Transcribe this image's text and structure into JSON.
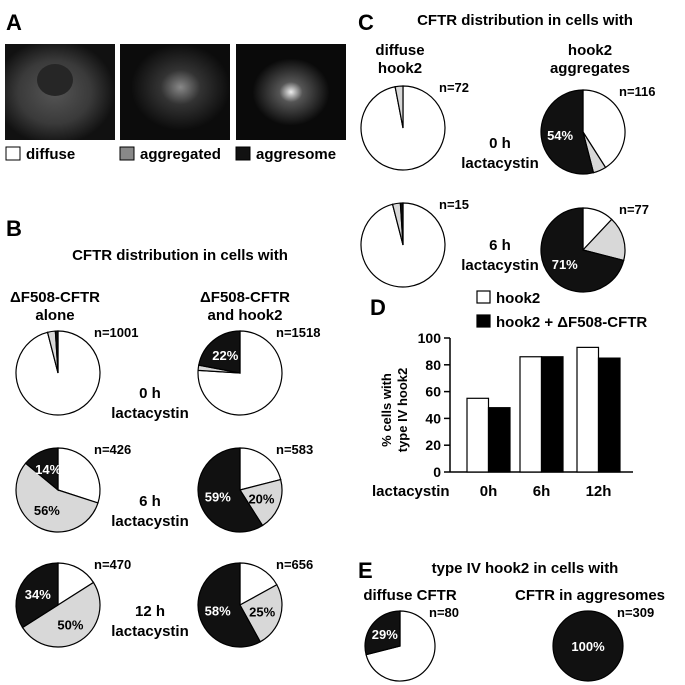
{
  "colors": {
    "diffuse": "#ffffff",
    "aggregated": "#d8d8d8",
    "aggresome": "#111111"
  },
  "panelA": {
    "label": "A",
    "legend": [
      "diffuse",
      "aggregated",
      "aggresome"
    ]
  },
  "panelB": {
    "label": "B",
    "title": "CFTR distribution in cells with",
    "col1": [
      "ΔF508-CFTR",
      "alone"
    ],
    "col2": [
      "ΔF508-CFTR",
      "and hook2"
    ],
    "rows": [
      [
        "0 h",
        "lactacystin"
      ],
      [
        "6 h",
        "lactacystin"
      ],
      [
        "12 h",
        "lactacystin"
      ]
    ]
  },
  "panelC": {
    "label": "C",
    "title": "CFTR distribution in cells with",
    "col1": [
      "diffuse",
      "hook2"
    ],
    "col2": [
      "hook2",
      "aggregates"
    ],
    "rows": [
      [
        "0 h",
        "lactacystin"
      ],
      [
        "6 h",
        "lactacystin"
      ]
    ]
  },
  "panelD": {
    "label": "D"
  },
  "panelE": {
    "label": "E",
    "title": "type IV hook2 in cells with",
    "col1": "diffuse CFTR",
    "col2": "CFTR in aggresomes"
  },
  "chart_data": [
    {
      "type": "pie",
      "panel": "B",
      "group": "ΔF508-CFTR alone",
      "time": "0 h",
      "n": "n=1001",
      "slices": [
        {
          "name": "diffuse",
          "value": 96
        },
        {
          "name": "aggregated",
          "value": 3
        },
        {
          "name": "aggresome",
          "value": 1
        }
      ],
      "label": ""
    },
    {
      "type": "pie",
      "panel": "B",
      "group": "ΔF508-CFTR and hook2",
      "time": "0 h",
      "n": "n=1518",
      "slices": [
        {
          "name": "diffuse",
          "value": 76
        },
        {
          "name": "aggregated",
          "value": 2
        },
        {
          "name": "aggresome",
          "value": 22
        }
      ],
      "label": "22%"
    },
    {
      "type": "pie",
      "panel": "B",
      "group": "ΔF508-CFTR alone",
      "time": "6 h",
      "n": "n=426",
      "slices": [
        {
          "name": "diffuse",
          "value": 30
        },
        {
          "name": "aggregated",
          "value": 56
        },
        {
          "name": "aggresome",
          "value": 14
        }
      ],
      "label": "14%",
      "label2": "56%"
    },
    {
      "type": "pie",
      "panel": "B",
      "group": "ΔF508-CFTR and hook2",
      "time": "6 h",
      "n": "n=583",
      "slices": [
        {
          "name": "diffuse",
          "value": 21
        },
        {
          "name": "aggregated",
          "value": 20
        },
        {
          "name": "aggresome",
          "value": 59
        }
      ],
      "label": "59%",
      "label2": "20%"
    },
    {
      "type": "pie",
      "panel": "B",
      "group": "ΔF508-CFTR alone",
      "time": "12 h",
      "n": "n=470",
      "slices": [
        {
          "name": "diffuse",
          "value": 16
        },
        {
          "name": "aggregated",
          "value": 50
        },
        {
          "name": "aggresome",
          "value": 34
        }
      ],
      "label": "34%",
      "label2": "50%"
    },
    {
      "type": "pie",
      "panel": "B",
      "group": "ΔF508-CFTR and hook2",
      "time": "12 h",
      "n": "n=656",
      "slices": [
        {
          "name": "diffuse",
          "value": 17
        },
        {
          "name": "aggregated",
          "value": 25
        },
        {
          "name": "aggresome",
          "value": 58
        }
      ],
      "label": "58%",
      "label2": "25%"
    },
    {
      "type": "pie",
      "panel": "C",
      "group": "diffuse hook2",
      "time": "0 h",
      "n": "n=72",
      "slices": [
        {
          "name": "diffuse",
          "value": 97
        },
        {
          "name": "aggregated",
          "value": 3
        },
        {
          "name": "aggresome",
          "value": 0
        }
      ],
      "label": ""
    },
    {
      "type": "pie",
      "panel": "C",
      "group": "hook2 aggregates",
      "time": "0 h",
      "n": "n=116",
      "slices": [
        {
          "name": "diffuse",
          "value": 41
        },
        {
          "name": "aggregated",
          "value": 5
        },
        {
          "name": "aggresome",
          "value": 54
        }
      ],
      "label": "54%"
    },
    {
      "type": "pie",
      "panel": "C",
      "group": "diffuse hook2",
      "time": "6 h",
      "n": "n=15",
      "slices": [
        {
          "name": "diffuse",
          "value": 96
        },
        {
          "name": "aggregated",
          "value": 3
        },
        {
          "name": "aggresome",
          "value": 1
        }
      ],
      "label": ""
    },
    {
      "type": "pie",
      "panel": "C",
      "group": "hook2 aggregates",
      "time": "6 h",
      "n": "n=77",
      "slices": [
        {
          "name": "diffuse",
          "value": 12
        },
        {
          "name": "aggregated",
          "value": 17
        },
        {
          "name": "aggresome",
          "value": 71
        }
      ],
      "label": "71%"
    },
    {
      "type": "pie",
      "panel": "E",
      "group": "diffuse CFTR",
      "n": "n=80",
      "slices": [
        {
          "name": "diffuse",
          "value": 71
        },
        {
          "name": "aggregated",
          "value": 0
        },
        {
          "name": "aggresome",
          "value": 29
        }
      ],
      "label": "29%"
    },
    {
      "type": "pie",
      "panel": "E",
      "group": "CFTR in aggresomes",
      "n": "n=309",
      "slices": [
        {
          "name": "diffuse",
          "value": 0
        },
        {
          "name": "aggregated",
          "value": 0
        },
        {
          "name": "aggresome",
          "value": 100
        }
      ],
      "label": "100%"
    },
    {
      "type": "bar",
      "panel": "D",
      "categories": [
        "0h",
        "6h",
        "12h"
      ],
      "xlabel": "lactacystin",
      "ylabel": [
        "% cells with",
        "type IV hook2"
      ],
      "ylim": [
        0,
        100
      ],
      "yticks": [
        "0",
        "20",
        "40",
        "60",
        "80",
        "100"
      ],
      "series": [
        {
          "name": "hook2",
          "color": "#ffffff",
          "values": [
            55,
            86,
            93
          ]
        },
        {
          "name": "hook2 + ΔF508-CFTR",
          "color": "#000000",
          "values": [
            48,
            86,
            85
          ]
        }
      ]
    }
  ]
}
